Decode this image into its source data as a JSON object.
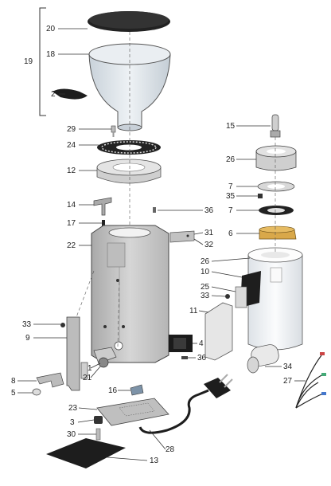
{
  "diagram": {
    "labels": [
      "19",
      "20",
      "18",
      "2",
      "29",
      "24",
      "12",
      "14",
      "17",
      "22",
      "33",
      "9",
      "8",
      "5",
      "21",
      "1",
      "16",
      "23",
      "3",
      "30",
      "13",
      "28",
      "36",
      "31",
      "32",
      "15",
      "26",
      "7",
      "35",
      "7",
      "6",
      "26",
      "10",
      "25",
      "33",
      "11",
      "4",
      "36",
      "34",
      "27"
    ]
  },
  "colors": {
    "line": "#2a2a2a",
    "body_fill": "#c9c9c9",
    "body_shade": "#b3b3b3",
    "hopper_fill": "#dfe6ec",
    "dark_part": "#1c1c1c",
    "brass": "#d9a84a",
    "white_housing": "#f2f4f6",
    "leader": "#333333"
  }
}
